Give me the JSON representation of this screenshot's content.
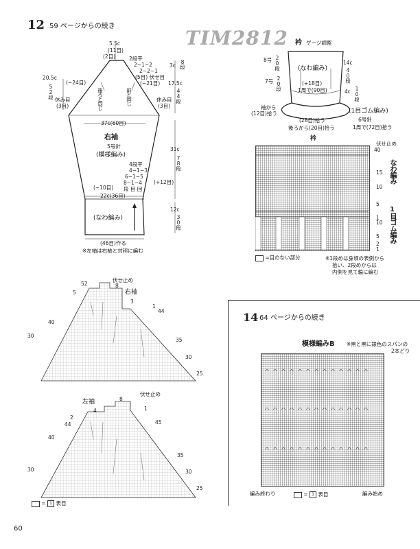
{
  "header": {
    "section_12_number": "12",
    "section_12_cont": "59 ページからの続き",
    "watermark": "TIM2812",
    "page_number": "60"
  },
  "sleeve_diagram": {
    "title": "右袖",
    "needle": "5号針",
    "pattern": "(模様編み)",
    "top_width": "5.5c",
    "top_sts": "(11目)",
    "top_sts2": "(2目)",
    "shaping_top": [
      "2段平",
      "2−1−2",
      "2−2−1",
      "(5目) 伏せ目",
      "(−21目)"
    ],
    "left_dec": "(−24目)",
    "left_h": "20.5c",
    "left_rows": "52段",
    "rest_left": "休み目",
    "rest_left_n": "(3目)",
    "rest_right": "休み目",
    "rest_right_n": "(3目)",
    "back_label": "後ろと同じ",
    "front_label": "前と同じ",
    "right_h1": "3c",
    "right_r1": "8段",
    "right_h2": "17.5c",
    "right_r2": "44段",
    "mid_width": "37c(60目)",
    "right_h3": "31c",
    "right_r3": "78段",
    "inc_rules": [
      "4段平",
      "4−1−3",
      "6−1−5",
      "8−1−4",
      "段 目 回"
    ],
    "inc_total": "(+12目)",
    "dec_bottom": "(−10目)",
    "cuff_width": "22c(36目)",
    "cuff_pattern": "(なわ編み)",
    "right_h4": "12c",
    "right_r4": "30段",
    "cast_on": "(46目)作る",
    "note": "※左袖は右袖と対称に編む"
  },
  "collar": {
    "title": "衿",
    "subtitle": "ゲージ調整",
    "needle8": "8号",
    "rows20a": "20段",
    "needle7": "7号",
    "rows20b": "20段",
    "pattern": "(なわ編み)",
    "plus18": "(+18目)",
    "round90": "1周で(90目)",
    "r14": "14c",
    "r40": "40段",
    "r4": "4c",
    "r10": "10段",
    "rib": "(1目ゴム編み)",
    "needle6": "6号針",
    "pick72": "1周で(72目)拾う",
    "sleeve_pick": "袖から",
    "sleeve_pick_n": "(12目)拾う",
    "front_pick": "(28目)拾う",
    "back_pick": "後ろから(20目)拾う"
  },
  "collar_chart": {
    "title": "衿",
    "bind_off": "伏せ止め",
    "r40": "40",
    "r15": "15",
    "r10": "10",
    "r5": "5",
    "r1": "1",
    "r10b": "10",
    "r5b": "5",
    "r2": "2",
    "r1b": "1",
    "label_cable": "なわ編み",
    "label_rib": "1目ゴム編み",
    "legend_empty": "=目のない部分",
    "note1": "※1段めは身頃の表側から",
    "note2": "拾い、2段めからは",
    "note3": "内側を見て輪に編む"
  },
  "right_sleeve_chart": {
    "title": "右袖",
    "bind_off": "伏せ止め",
    "r52": "52",
    "r8": "8",
    "r5": "5",
    "r3": "3",
    "r1": "1",
    "r44": "44",
    "r40": "40",
    "r35": "35",
    "r30": "30",
    "r30b": "30",
    "r25": "25"
  },
  "left_sleeve_chart": {
    "title": "左袖",
    "bind_off": "伏せ止め",
    "r8": "8",
    "r4": "4",
    "r2": "2",
    "r1": "1",
    "r44": "44",
    "r45": "45",
    "r40": "40",
    "r35": "35",
    "r30": "30",
    "r30b": "30",
    "r25": "25",
    "legend": "表目"
  },
  "section_14": {
    "number": "14",
    "cont": "64 ページからの続き",
    "title": "模様編みB",
    "note1": "※黒と黒に銀色のスパンの",
    "note2": "2本どり",
    "end_label": "編み終わり",
    "start_label": "編み始め",
    "legend": "表目"
  }
}
